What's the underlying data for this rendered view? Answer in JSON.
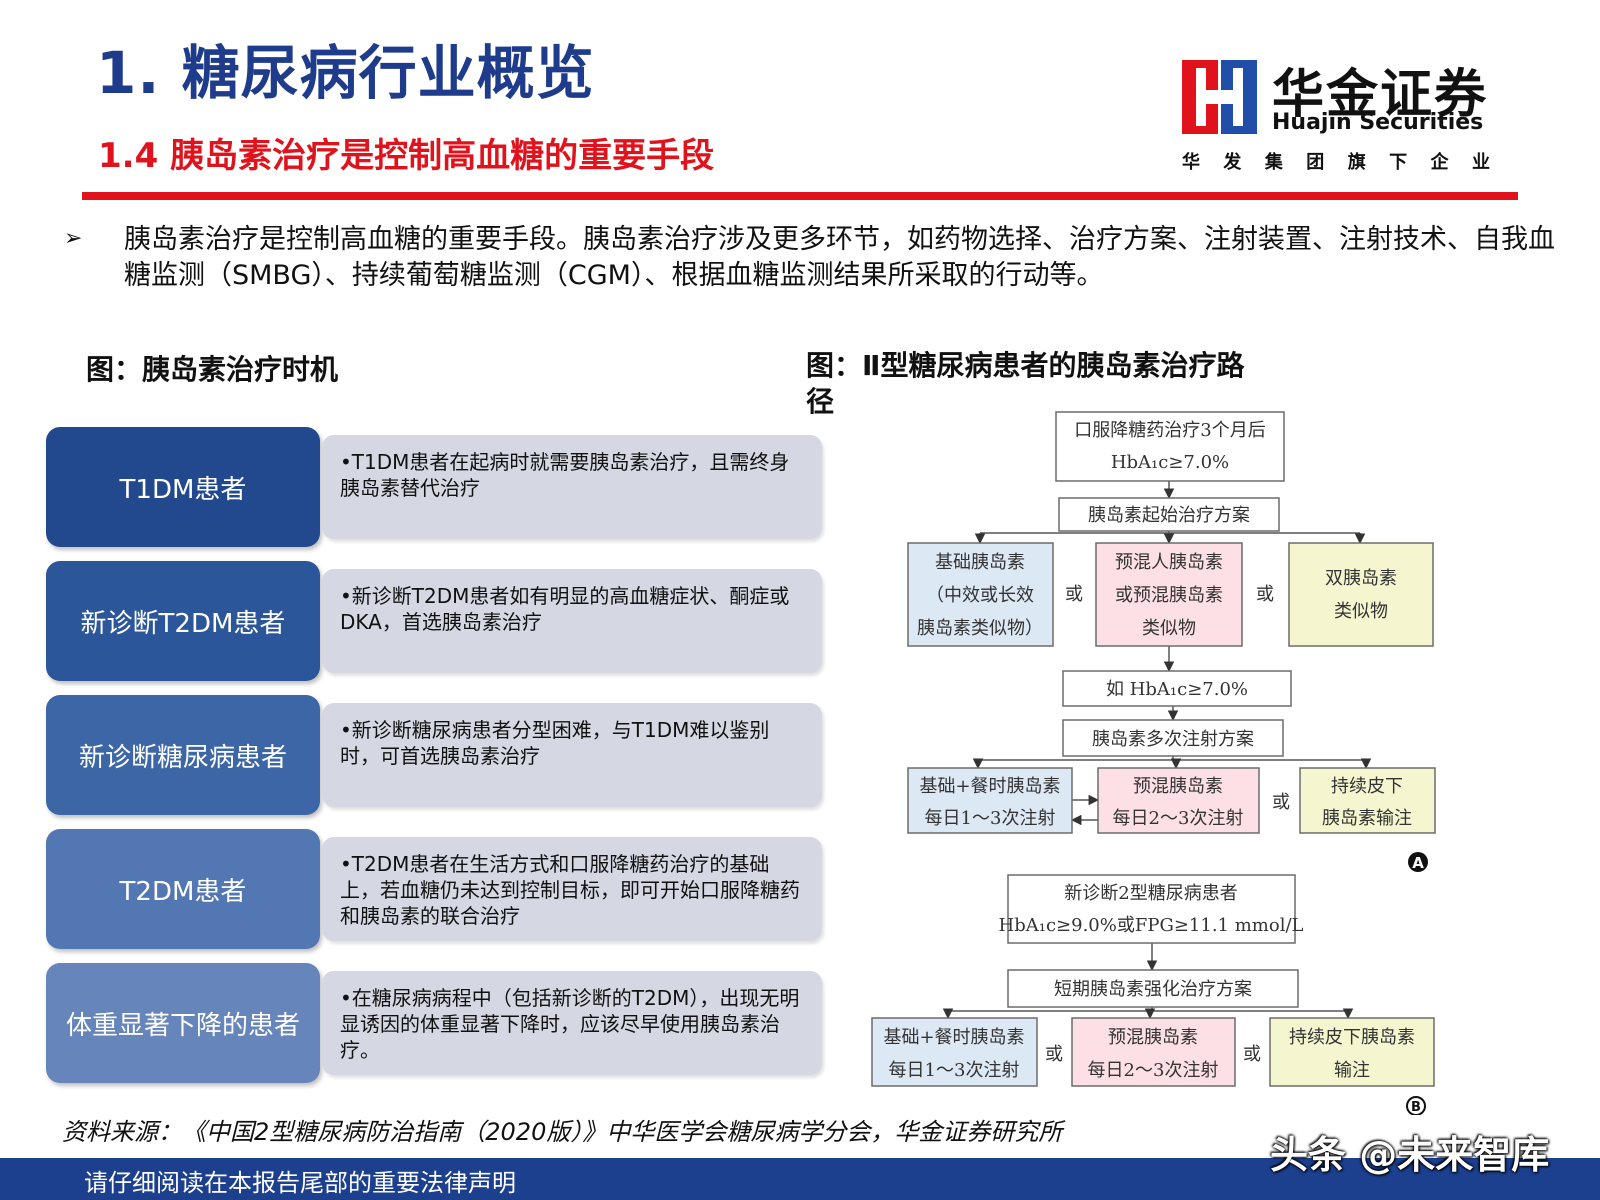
{
  "header": {
    "title": "1. 糖尿病行业概览",
    "subtitle": "1.4 胰岛素治疗是控制高血糖的重要手段"
  },
  "logo": {
    "name_cn": "华金证券",
    "name_en": "Huajin Securities",
    "tagline": [
      "华",
      "发",
      "集",
      "团",
      "旗",
      "下",
      "企",
      "业"
    ],
    "colors": {
      "red": "#e0121b",
      "blue": "#1f4fa8"
    }
  },
  "intro": {
    "bullet_icon": "arrow-bullet-icon",
    "bullet": "➢",
    "text": "胰岛素治疗是控制高血糖的重要手段。胰岛素治疗涉及更多环节，如药物选择、治疗方案、注射装置、注射技术、自我血糖监测（SMBG）、持续葡萄糖监测（CGM）、根据血糖监测结果所采取的行动等。"
  },
  "figure1": {
    "title": "图：胰岛素治疗时机",
    "rows": [
      {
        "label": "T1DM患者",
        "desc": "•T1DM患者在起病时就需要胰岛素治疗，且需终身胰岛素替代治疗",
        "color": "#22498e"
      },
      {
        "label": "新诊断T2DM患者",
        "desc": "•新诊断T2DM患者如有明显的高血糖症状、酮症或DKA，首选胰岛素治疗",
        "color": "#2b5699"
      },
      {
        "label": "新诊断糖尿病患者",
        "desc": "•新诊断糖尿病患者分型困难，与T1DM难以鉴别时，可首选胰岛素治疗",
        "color": "#3d66a6"
      },
      {
        "label": "T2DM患者",
        "desc": "•T2DM患者在生活方式和口服降糖药治疗的基础上，若血糖仍未达到控制目标，即可开始口服降糖药和胰岛素的联合治疗",
        "color": "#5277b2"
      },
      {
        "label": "体重显著下降的患者",
        "desc": "•在糖尿病病程中（包括新诊断的T2DM），出现无明显诱因的体重显著下降时，应该尽早使用胰岛素治疗。",
        "color": "#6685bb"
      }
    ]
  },
  "figure2": {
    "title_line1": "图：Ⅱ型糖尿病患者的胰岛素治疗路",
    "title_line2": "径",
    "colors": {
      "blue": "#dde8f5",
      "pink": "#fde0e6",
      "yellow": "#f5f6cf",
      "border": "#6b6b6b"
    },
    "a": {
      "start_line1": "口服降糖药治疗3个月后",
      "start_line2": "HbA₁c≥7.0%",
      "initial_plan": "胰岛素起始治疗方案",
      "opt1": [
        "基础胰岛素",
        "（中效或长效",
        "胰岛素类似物）"
      ],
      "opt2": [
        "预混人胰岛素",
        "或预混胰岛素",
        "类似物"
      ],
      "opt3": [
        "双胰岛素",
        "类似物"
      ],
      "or": "或",
      "condition": "如 HbA₁c≥7.0%",
      "multi_plan": "胰岛素多次注射方案",
      "m1": [
        "基础+餐时胰岛素",
        "每日1～3次注射"
      ],
      "m2": [
        "预混胰岛素",
        "每日2～3次注射"
      ],
      "m3": [
        "持续皮下",
        "胰岛素输注"
      ],
      "marker": "A"
    },
    "b": {
      "start_line1": "新诊断2型糖尿病患者",
      "start_line2": "HbA₁c≥9.0%或FPG≥11.1 mmol/L",
      "plan": "短期胰岛素强化治疗方案",
      "s1": [
        "基础+餐时胰岛素",
        "每日1～3次注射"
      ],
      "s2": [
        "预混胰岛素",
        "每日2～3次注射"
      ],
      "s3": [
        "持续皮下胰岛素",
        "输注"
      ],
      "marker": "B"
    }
  },
  "source": "资料来源：《中国2型糖尿病防治指南（2020版）》中华医学会糖尿病学分会，华金证券研究所",
  "footer": {
    "disclaimer": "请仔细阅读在本报告尾部的重要法律声明",
    "watermark": "头条 @未来智库"
  }
}
